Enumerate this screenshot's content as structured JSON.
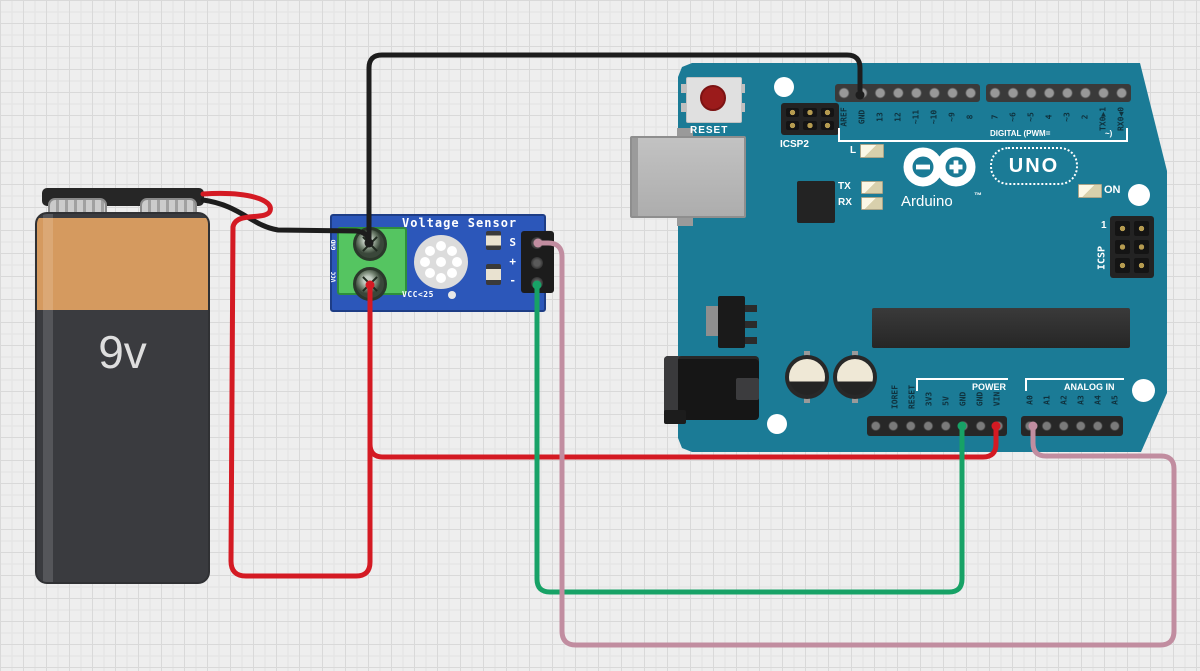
{
  "battery": {
    "label": "9v"
  },
  "sensor": {
    "title": "Voltage Sensor",
    "vcc_note": "VCC<25",
    "pin_labels": [
      "S",
      "+",
      "-"
    ],
    "terminal_labels": [
      "GND",
      "VCC"
    ]
  },
  "arduino": {
    "reset_label": "RESET",
    "icsp2_label": "ICSP2",
    "icsp_label": "ICSP",
    "icsp_pin1": "1",
    "led_labels": {
      "l": "L",
      "tx": "TX",
      "rx": "RX",
      "on": "ON"
    },
    "brand": "Arduino",
    "tm": "™",
    "model": "UNO",
    "digital_title": "DIGITAL (PWM=",
    "digital_title_close": "~)",
    "digital_bank1": [
      "AREF",
      "GND",
      "13",
      "12",
      "~11",
      "~10",
      "~9",
      "8"
    ],
    "digital_bank2": [
      "7",
      "~6",
      "~5",
      "4",
      "~3",
      "2",
      "TX0▶1",
      "RX0◀0"
    ],
    "power_title": "POWER",
    "power_labels": [
      "IOREF",
      "RESET",
      "3V3",
      "5V",
      "GND",
      "GND",
      "VIN"
    ],
    "analog_title": "ANALOG IN",
    "analog_labels": [
      "A0",
      "A1",
      "A2",
      "A3",
      "A4",
      "A5"
    ]
  },
  "wires": {
    "battery_positive": "#d41a23",
    "battery_negative": "#1d1d1d",
    "sensor_gnd_to_arduino_gnd": "#1d1d1d",
    "sensor_vcc_to_vin": "#d41a23",
    "signal_to_a0": "#c18da0",
    "ground_to_gnd": "#17a266"
  },
  "colors": {
    "arduino_board": "#1b7b96",
    "sensor_board": "#2c57ba",
    "terminal_block": "#55c561",
    "battery_band": "#d59a5f",
    "battery_body": "#3a3b3f"
  }
}
